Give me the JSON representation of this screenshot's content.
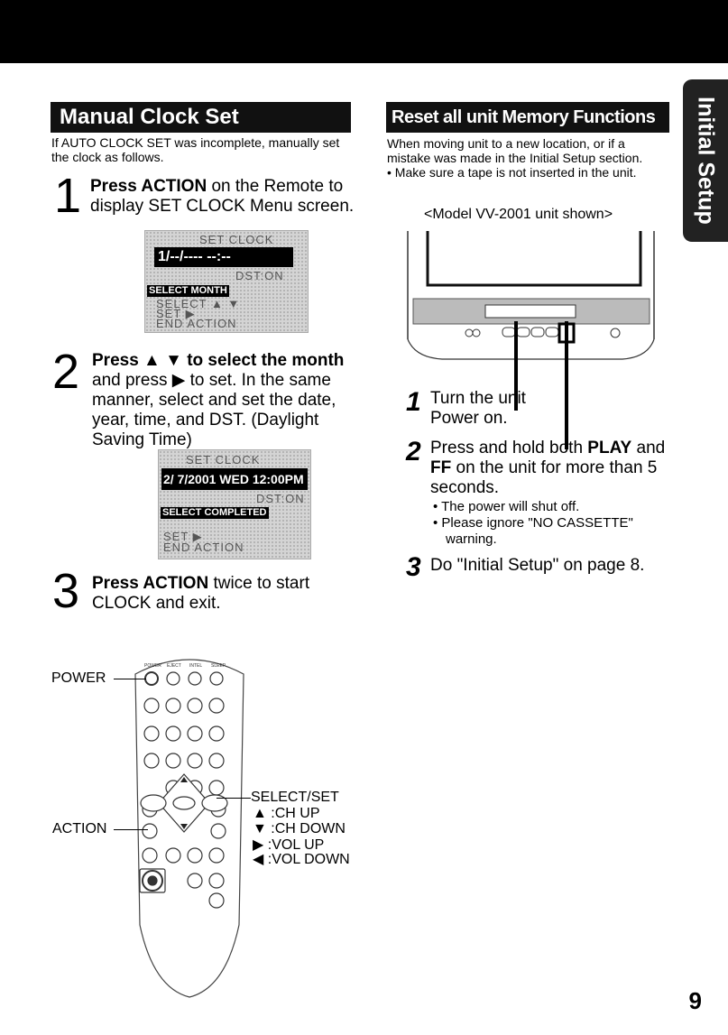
{
  "side_tab": "Initial Setup",
  "page_number": "9",
  "manual_clock": {
    "title": "Manual Clock Set",
    "intro": "If AUTO CLOCK SET was incomplete, manually set the clock as follows.",
    "step1": {
      "num": "1",
      "bold": "Press ACTION",
      "text_a": " on the Remote to",
      "text_b": "display SET CLOCK Menu screen."
    },
    "screen1": {
      "title": "SET CLOCK",
      "value": "1/--/----  --:--",
      "dst": "DST:ON",
      "bar": "SELECT MONTH",
      "select": "SELECT ▲ ▼",
      "set": "SET ▶",
      "end": "END   ACTION"
    },
    "step2": {
      "num": "2",
      "line1": "Press ▲ ▼ to select the month",
      "line2": "and press ▶ to set. In the same",
      "line3": "manner, select and set the date,",
      "line4": "year, time, and DST. (Daylight",
      "line5": "Saving Time)"
    },
    "screen2": {
      "title": "SET CLOCK",
      "value": "2/ 7/2001 WED 12:00PM",
      "dst": "DST:ON",
      "bar": "SELECT COMPLETED",
      "set": "SET ▶",
      "end": "END   ACTION"
    },
    "step3": {
      "num": "3",
      "bold": "Press ACTION",
      "text_a": " twice to start",
      "text_b": "CLOCK and exit."
    }
  },
  "remote": {
    "power_label": "POWER",
    "action_label": "ACTION",
    "select_set": "SELECT/SET",
    "ch_up": "▲ :CH UP",
    "ch_down": "▼ :CH DOWN",
    "vol_up": "▶ :VOL UP",
    "vol_down": "◀ :VOL DOWN"
  },
  "reset": {
    "title": "Reset all unit Memory Functions",
    "intro1": "When moving unit to a new location, or if a",
    "intro2": "mistake was made in the Initial Setup section.",
    "intro3": "• Make sure a tape is not inserted in the unit.",
    "model": "<Model VV-2001 unit shown>",
    "step1": {
      "num": "1",
      "line1": "Turn the unit",
      "line2": "Power on."
    },
    "step2": {
      "num": "2",
      "line1a": "Press and hold both ",
      "line1b": "PLAY",
      "line1c": " and",
      "line2a": "FF",
      "line2b": " on the unit for more than 5",
      "line3": "seconds.",
      "bullet1": "• The power will shut off.",
      "bullet2": "• Please ignore \"NO CASSETTE\"",
      "bullet3": "warning."
    },
    "step3": {
      "num": "3",
      "text": "Do \"Initial Setup\" on page 8."
    }
  }
}
